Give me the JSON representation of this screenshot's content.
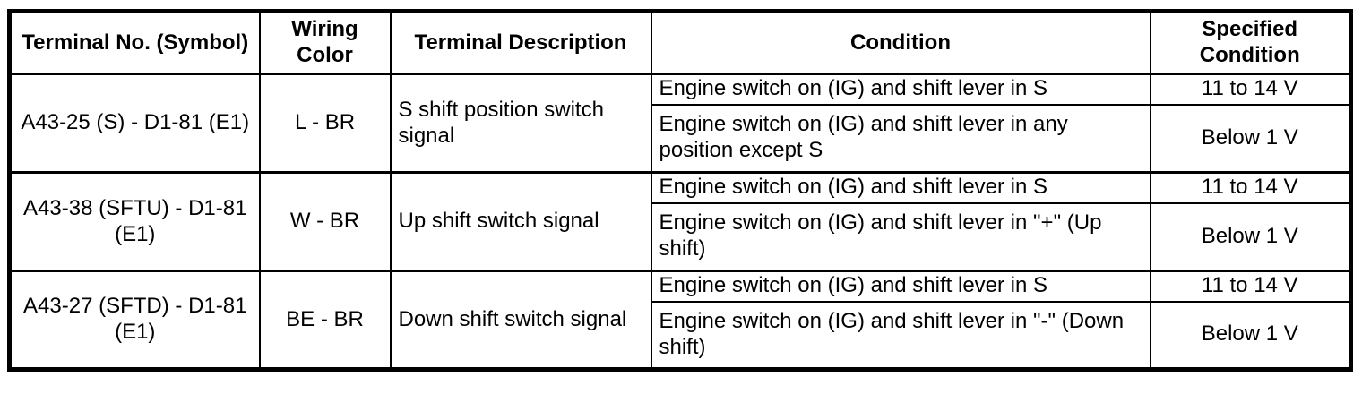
{
  "colors": {
    "border": "#000000",
    "background": "#ffffff",
    "text": "#000000"
  },
  "table": {
    "headers": [
      "Terminal No. (Symbol)",
      "Wiring Color",
      "Terminal Description",
      "Condition",
      "Specified Condition"
    ],
    "rows": [
      {
        "terminal": "A43-25 (S) - D1-81 (E1)",
        "wiring_color": "L - BR",
        "description": "S shift position switch signal",
        "conditions": [
          {
            "condition": "Engine switch on (IG) and shift lever in S",
            "specified": "11 to 14 V"
          },
          {
            "condition": "Engine switch on (IG) and shift lever in any position except S",
            "specified": "Below 1 V"
          }
        ]
      },
      {
        "terminal": "A43-38 (SFTU) - D1-81 (E1)",
        "wiring_color": "W - BR",
        "description": "Up shift switch signal",
        "conditions": [
          {
            "condition": "Engine switch on (IG) and shift lever in S",
            "specified": "11 to 14 V"
          },
          {
            "condition": "Engine switch on (IG) and shift lever in \"+\" (Up shift)",
            "specified": "Below 1 V"
          }
        ]
      },
      {
        "terminal": "A43-27 (SFTD) - D1-81 (E1)",
        "wiring_color": "BE - BR",
        "description": "Down shift switch signal",
        "conditions": [
          {
            "condition": "Engine switch on (IG) and shift lever in S",
            "specified": "11 to 14 V"
          },
          {
            "condition": "Engine switch on (IG) and shift lever in \"-\" (Down shift)",
            "specified": "Below 1 V"
          }
        ]
      }
    ]
  }
}
